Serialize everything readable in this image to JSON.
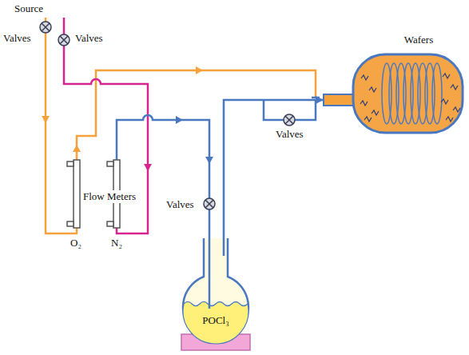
{
  "diagram": {
    "nodes": [
      {
        "text": [
          "POCl₃"
        ]
      },
      {
        "text": [
          "Wafers"
        ]
      }
    ],
    "edges": [
      {
        "from": 0,
        "to": 1,
        "arrow": "to"
      }
    ],
    "labels": [
      "Source",
      "Valves",
      "Valves",
      "Flow Meters",
      "O₂",
      "N₂",
      "Valves",
      "Valves"
    ]
  }
}
